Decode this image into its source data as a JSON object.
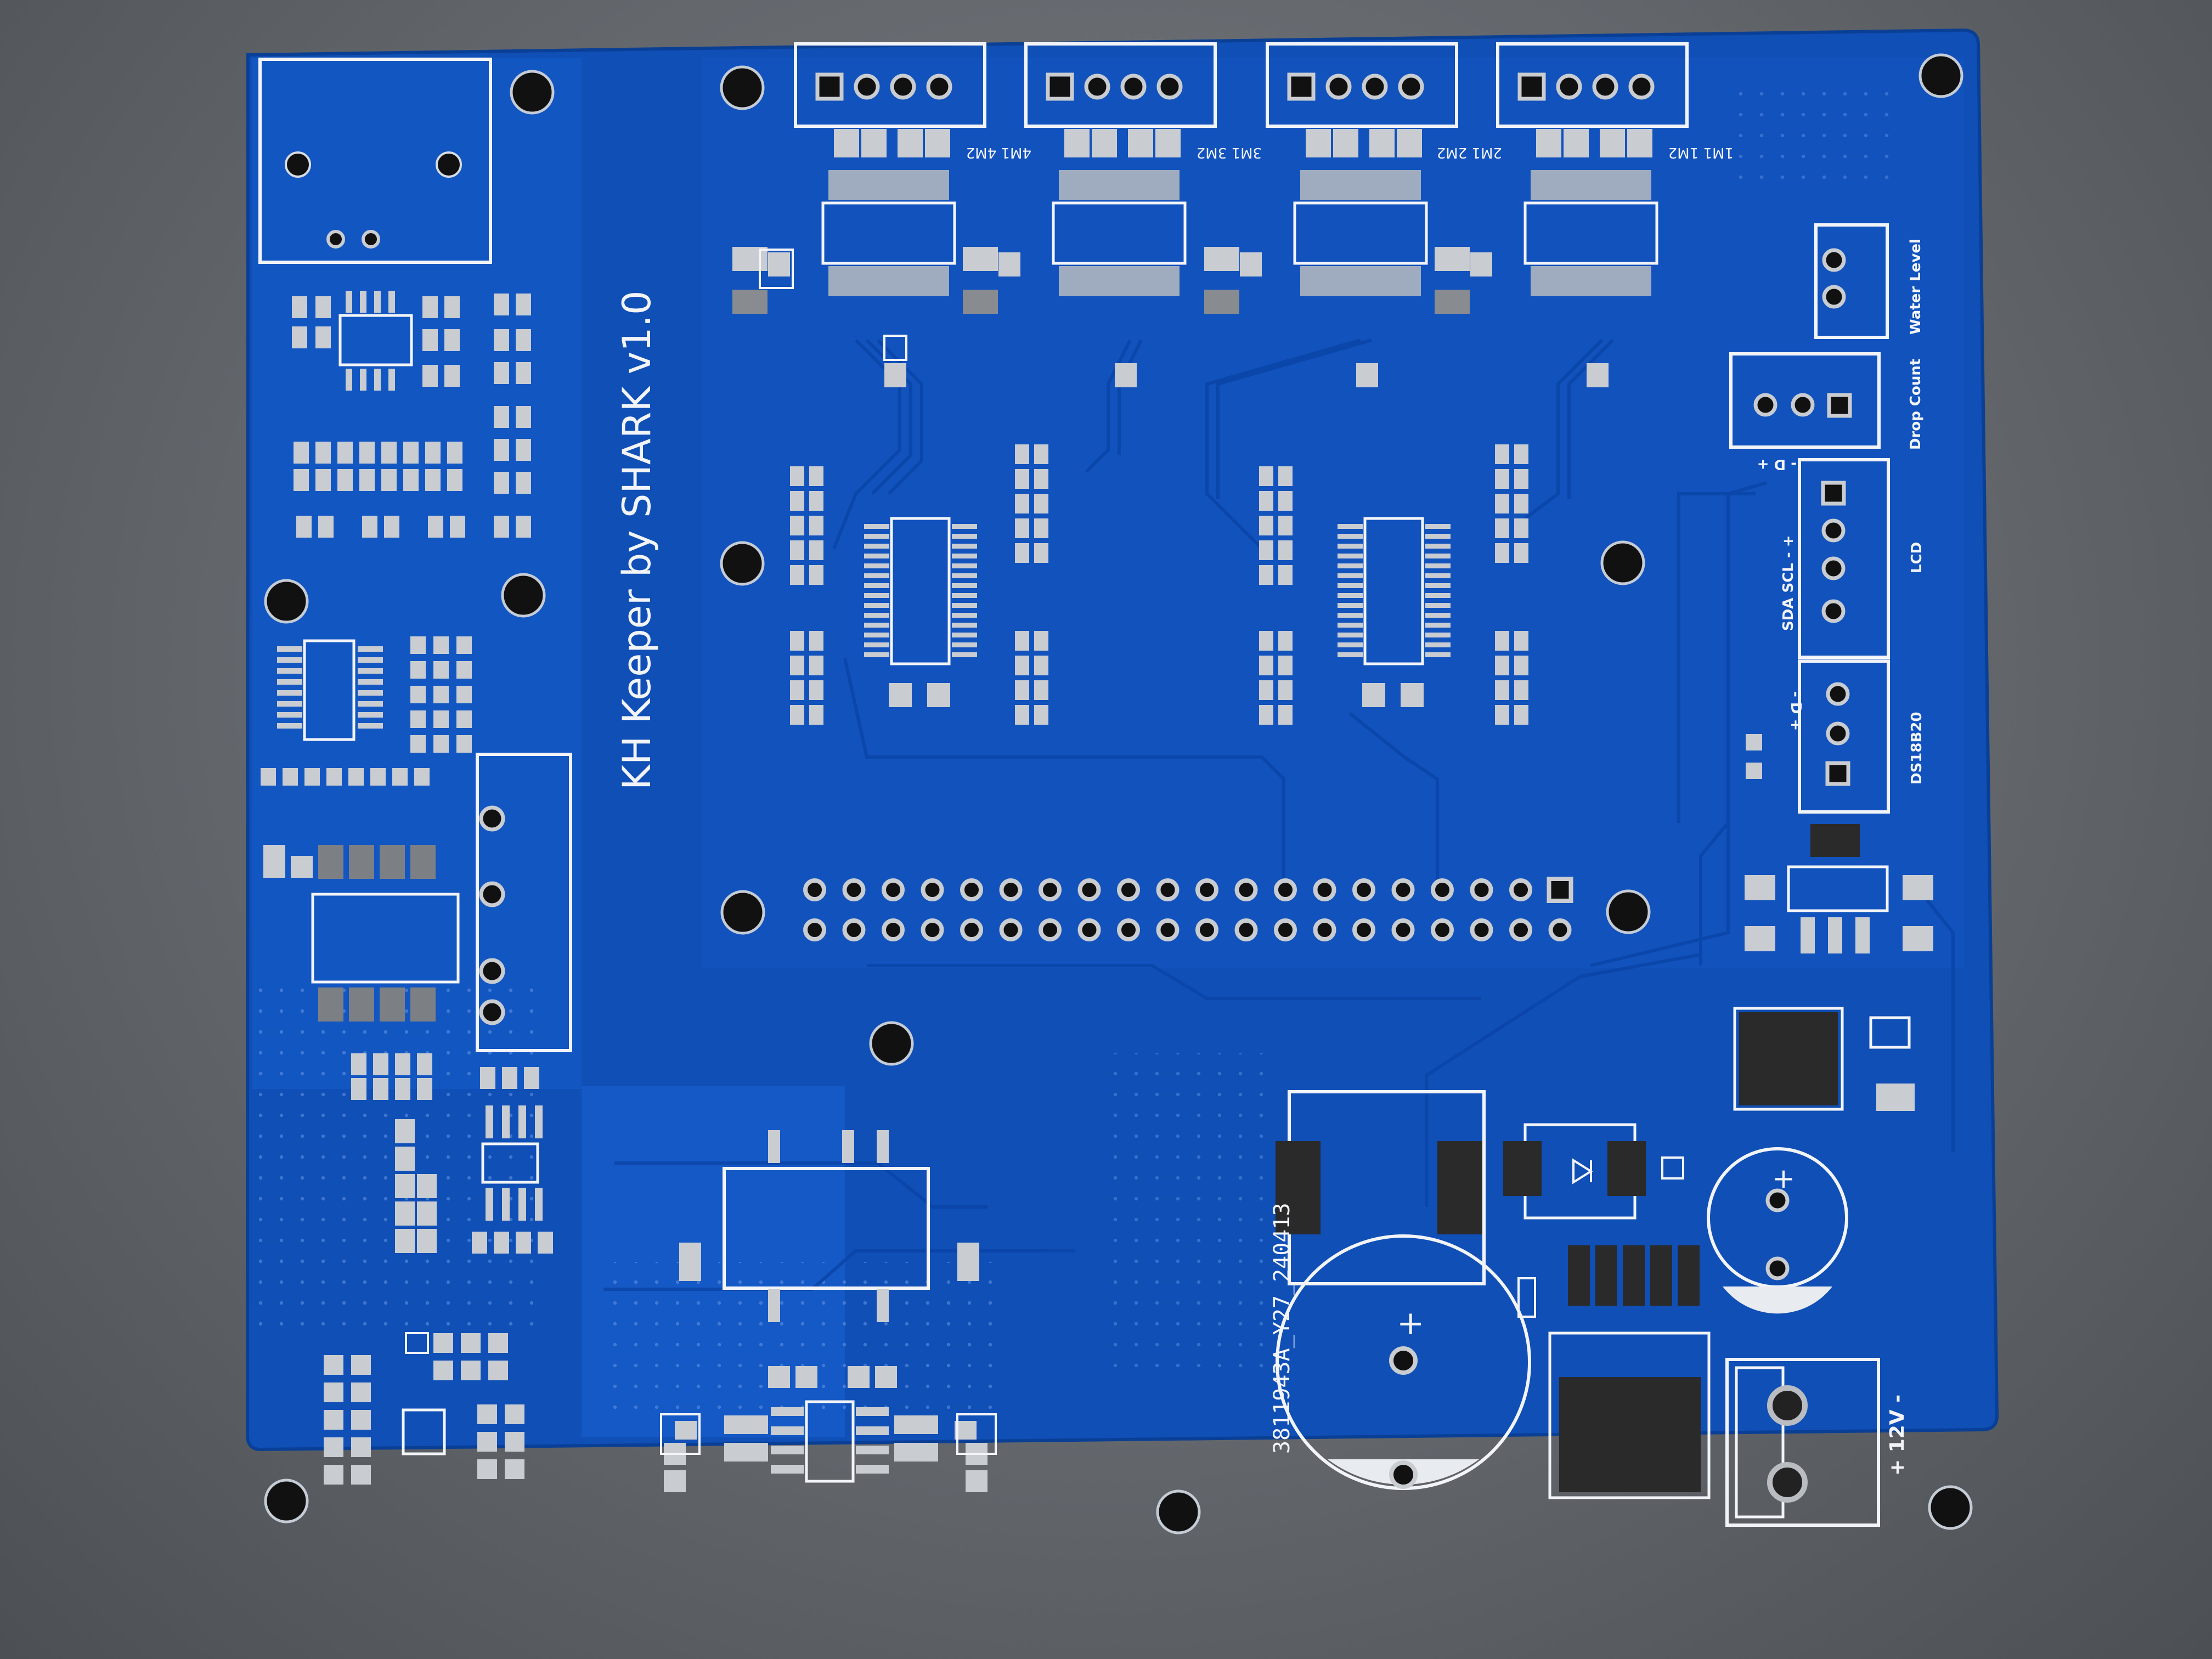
{
  "board": {
    "title": "KH Keeper by SHARK v1.0",
    "fab_code": "3811943A_Y27_240413",
    "colors": {
      "background": "#63676c",
      "solder_mask": "#0f4fb6",
      "trace": "#1a5dc4",
      "silkscreen": "#f2f4f8",
      "pad": "#c9ccd0",
      "component": "#2a2a2a"
    }
  },
  "motor_labels": [
    "4M1 4M2",
    "3M1 3M2",
    "2M1 2M2",
    "1M1 1M2"
  ],
  "connectors": {
    "water_level": "Water Level",
    "drop_count": "Drop Count",
    "drop_pins": "- D +",
    "lcd": "LCD",
    "lcd_pins": "SDA SCL - +",
    "ds18b20": "DS18B20",
    "ds_pins": "- D +",
    "power": "+ 12V -"
  },
  "polarity_marks": [
    "+",
    "+"
  ]
}
